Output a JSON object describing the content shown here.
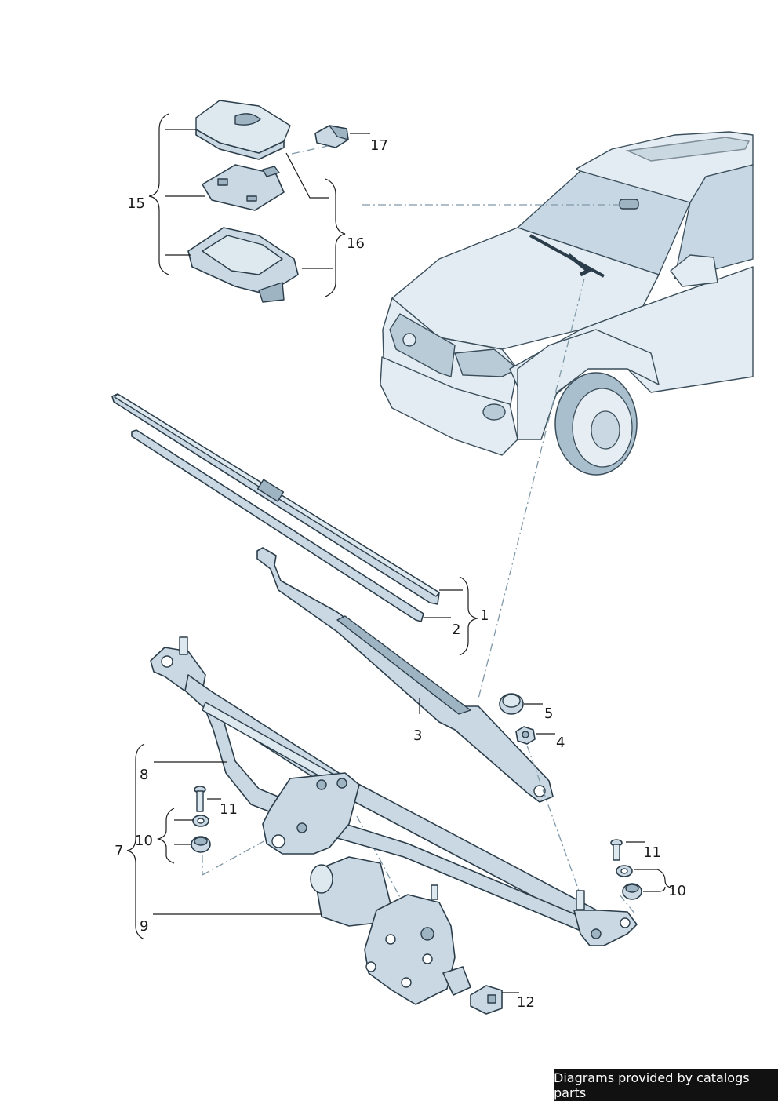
{
  "labels": {
    "l1": "1",
    "l2": "2",
    "l3": "3",
    "l4": "4",
    "l5": "5",
    "l7": "7",
    "l8": "8",
    "l9": "9",
    "l10a": "10",
    "l10b": "10",
    "l11a": "11",
    "l11b": "11",
    "l12": "12",
    "l15": "15",
    "l16": "16",
    "l17": "17"
  },
  "footer": {
    "text": "Diagrams provided by catalogs parts"
  },
  "colors": {
    "part_fill": "#c9d8e2",
    "outline": "#2b3d4a",
    "leader_dash": "#7f98a8",
    "footer_bg": "#111111"
  }
}
